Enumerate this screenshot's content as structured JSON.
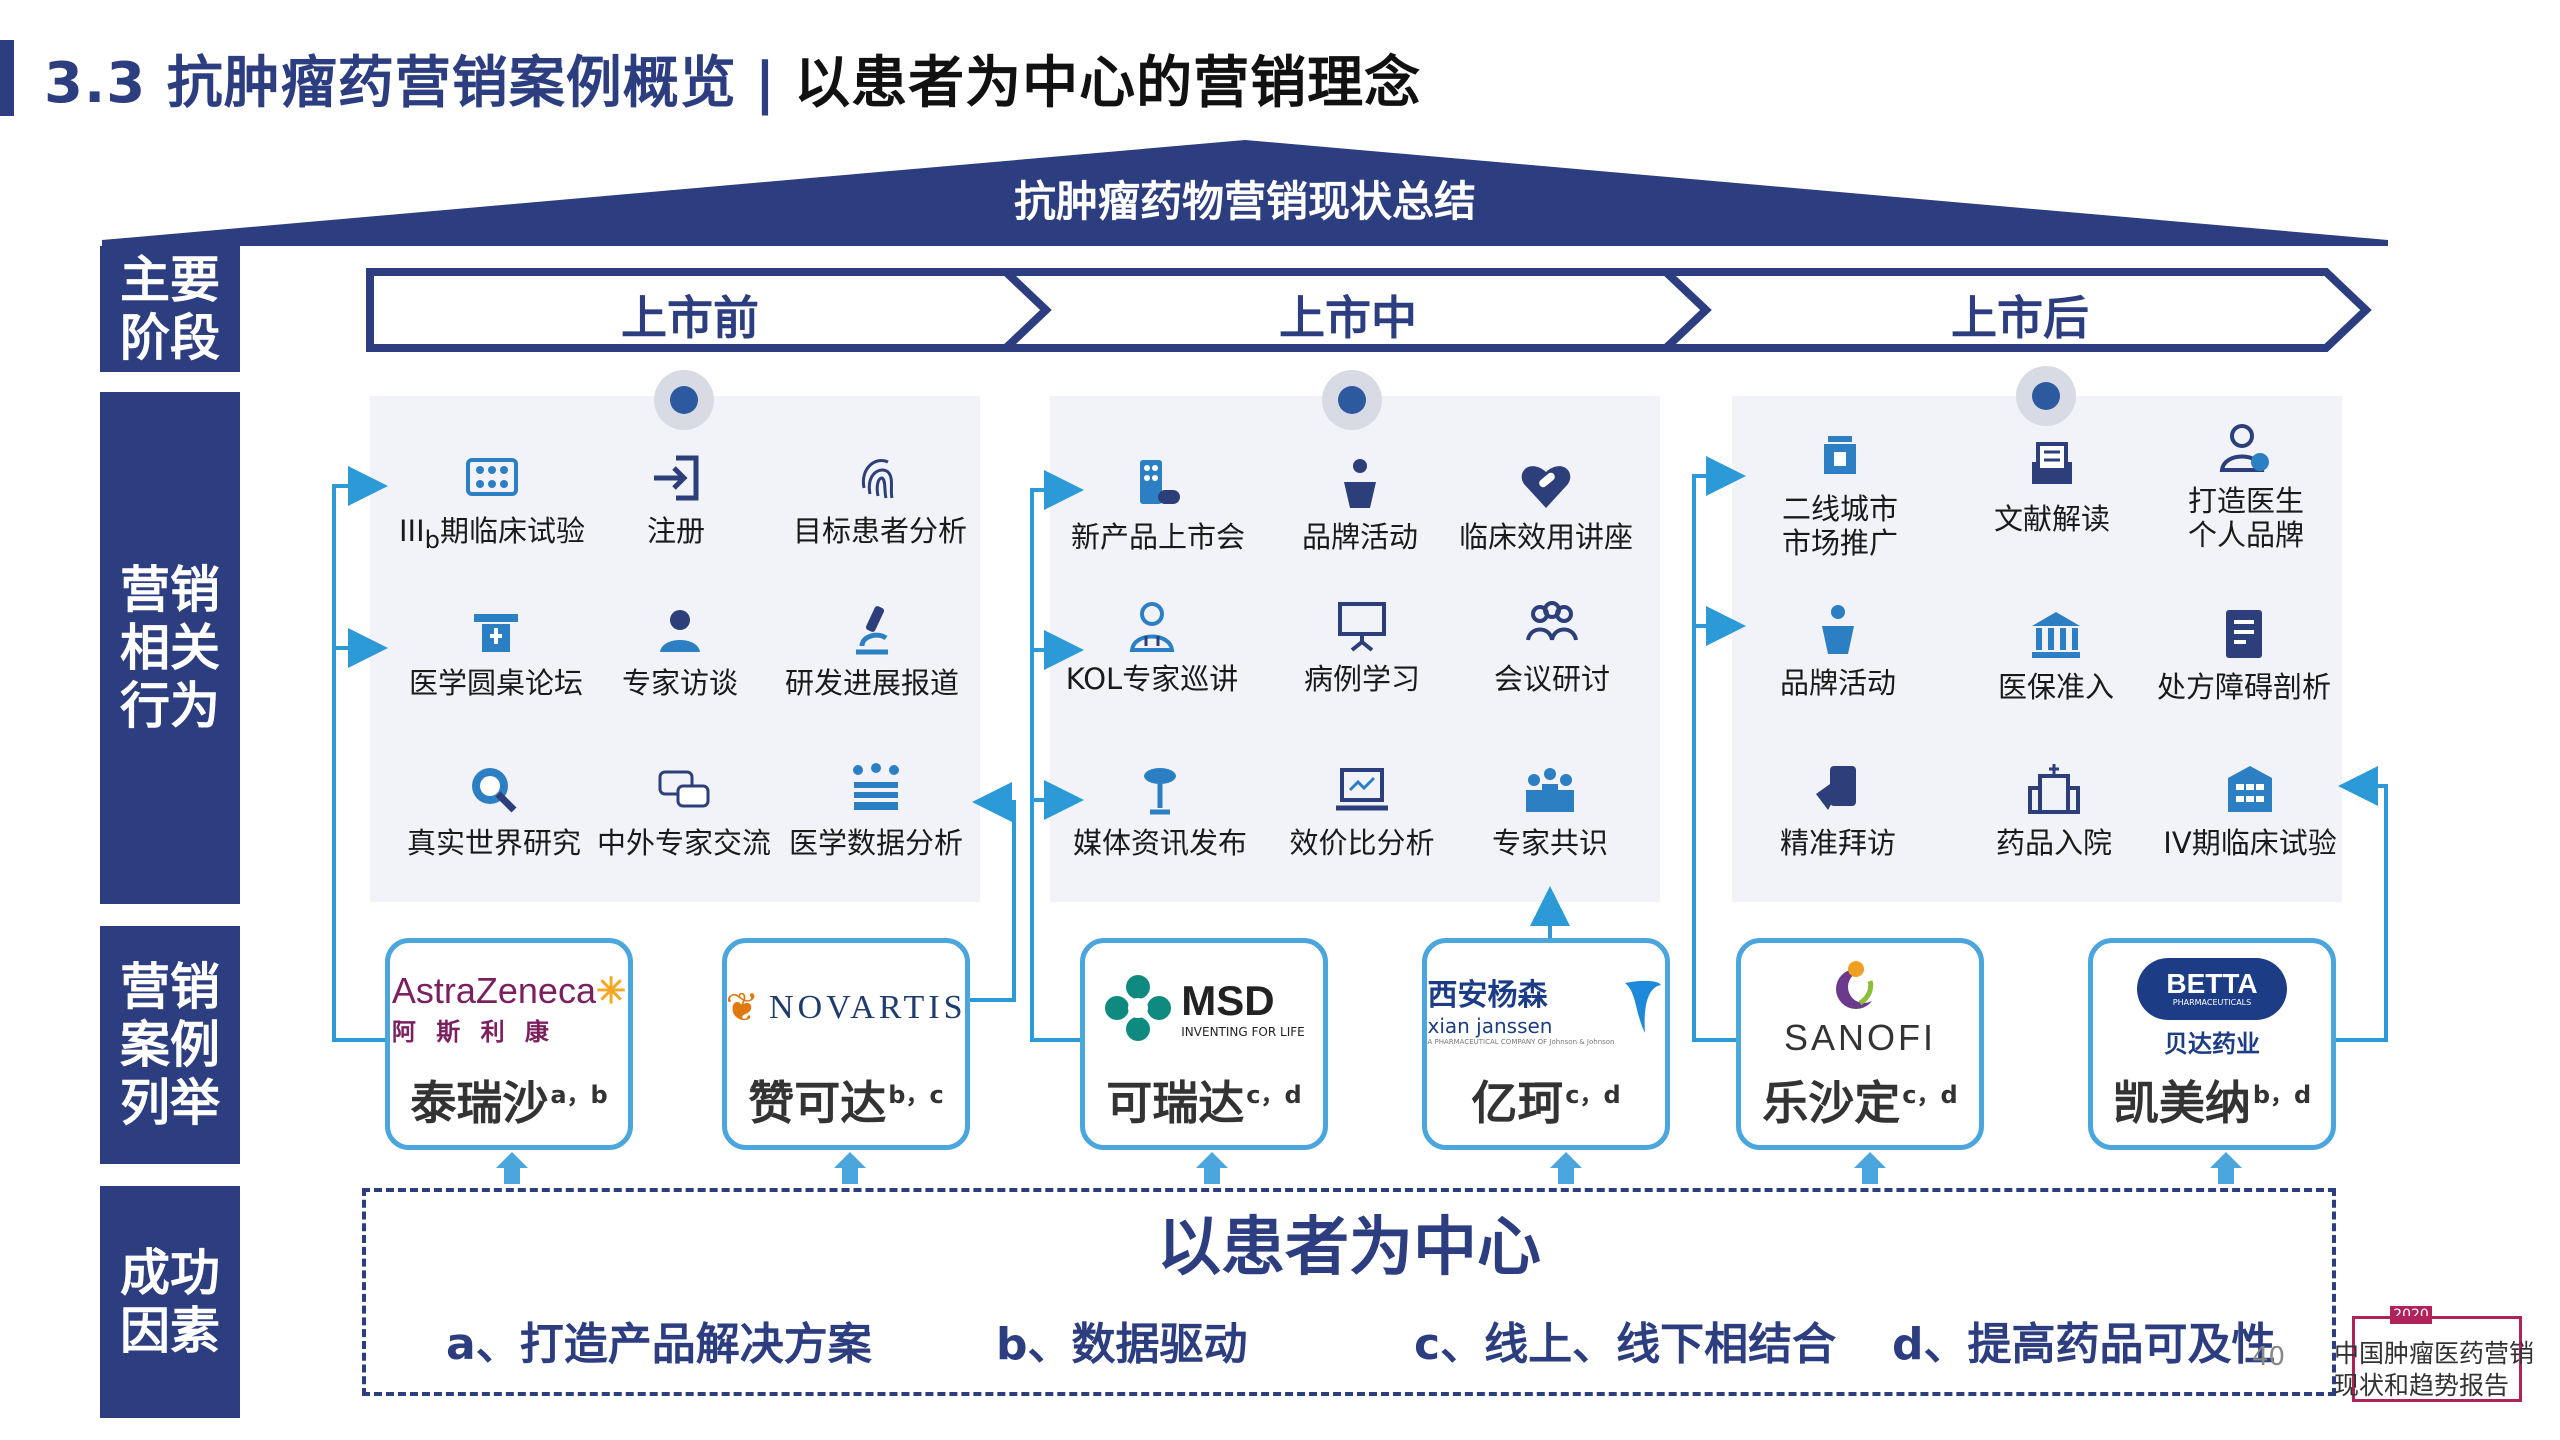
{
  "header": {
    "section": "3.3 抗肿瘤药营销案例概览",
    "separator": "|",
    "subtitle": "以患者为中心的营销理念"
  },
  "roof": {
    "title": "抗肿瘤药物营销现状总结"
  },
  "side_labels": {
    "stages": "主要\n阶段",
    "behaviors": "营销\n相关\n行为",
    "cases": "营销\n案例\n列举",
    "factors": "成功\n因素"
  },
  "stages": [
    {
      "label": "上市前",
      "items": [
        "IIIb期临床试验",
        "注册",
        "目标患者分析",
        "医学圆桌论坛",
        "专家访谈",
        "研发进展报道",
        "真实世界研究",
        "中外专家交流",
        "医学数据分析"
      ]
    },
    {
      "label": "上市中",
      "items": [
        "新产品上市会",
        "品牌活动",
        "临床效用讲座",
        "KOL专家巡讲",
        "病例学习",
        "会议研讨",
        "媒体资讯发布",
        "效价比分析",
        "专家共识"
      ]
    },
    {
      "label": "上市后",
      "items": [
        "二线城市\n市场推广",
        "文献解读",
        "打造医生\n个人品牌",
        "品牌活动",
        "医保准入",
        "处方障碍剖析",
        "精准拜访",
        "药品入院",
        "IV期临床试验"
      ]
    }
  ],
  "stage1_first_item": {
    "main": "III",
    "sub": "b",
    "rest": "期临床试验"
  },
  "cases": [
    {
      "company": "AstraZeneca",
      "company_cn": "阿 斯 利 康",
      "drug": "泰瑞沙",
      "tags": "a，b"
    },
    {
      "company": "NOVARTIS",
      "drug": "赞可达",
      "tags": "b，c"
    },
    {
      "company": "MSD",
      "company_sub": "INVENTING FOR LIFE",
      "drug": "可瑞达",
      "tags": "c，d"
    },
    {
      "company": "西安杨森",
      "company_en": "xian janssen",
      "company_sub": "A PHARMACEUTICAL COMPANY OF Johnson & Johnson",
      "drug": "亿珂",
      "tags": "c，d"
    },
    {
      "company": "SANOFI",
      "drug": "乐沙定",
      "tags": "c，d"
    },
    {
      "company": "BETTA",
      "company_sub": "PHARMACEUTICALS",
      "company_cn": "贝达药业",
      "drug": "凯美纳",
      "tags": "b，d"
    }
  ],
  "success": {
    "title": "以患者为中心",
    "factors": [
      "a、打造产品解决方案",
      "b、数据驱动",
      "c、线上、线下相结合",
      "d、提高药品可及性"
    ]
  },
  "footer": {
    "page": "40",
    "stamp_year": "2020",
    "stamp_line1": "中国肿瘤医药营销",
    "stamp_line2": "现状和趋势报告"
  },
  "colors": {
    "navy": "#2c3d80",
    "accent_blue": "#4aa6dd",
    "panel": "#f1f3f8",
    "dot": "#2d5a9f"
  }
}
